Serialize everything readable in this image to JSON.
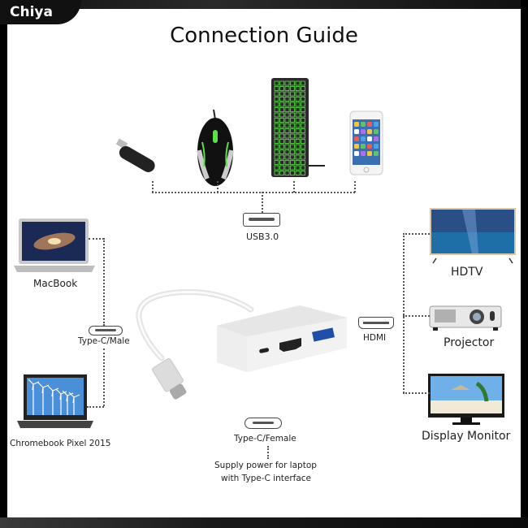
{
  "brand": {
    "name": "Chiya"
  },
  "header": {
    "title": "Connection Guide"
  },
  "usb_hub": {
    "port_label": "USB3.0",
    "devices": [
      {
        "name": "usb-flash-drive",
        "label": ""
      },
      {
        "name": "gaming-mouse",
        "label": ""
      },
      {
        "name": "backlit-keyboard",
        "label": ""
      },
      {
        "name": "smartphone",
        "label": ""
      }
    ]
  },
  "left_side": {
    "connector_label": "Type-C/Male",
    "devices": [
      {
        "name": "macbook",
        "label": "MacBook"
      },
      {
        "name": "chromebook",
        "label": "Chromebook Pixel 2015"
      }
    ]
  },
  "right_side": {
    "connector_label": "HDMI",
    "devices": [
      {
        "name": "hdtv",
        "label": "HDTV"
      },
      {
        "name": "projector",
        "label": "Projector"
      },
      {
        "name": "display-monitor",
        "label": "Display Monitor"
      }
    ]
  },
  "bottom": {
    "connector_label": "Type-C/Female",
    "note_line1": "Supply power for laptop",
    "note_line2": "with Type-C interface"
  },
  "colors": {
    "accent_green": "#5ee04a",
    "usb_blue": "#3a7bd5",
    "frame": "#000000"
  }
}
